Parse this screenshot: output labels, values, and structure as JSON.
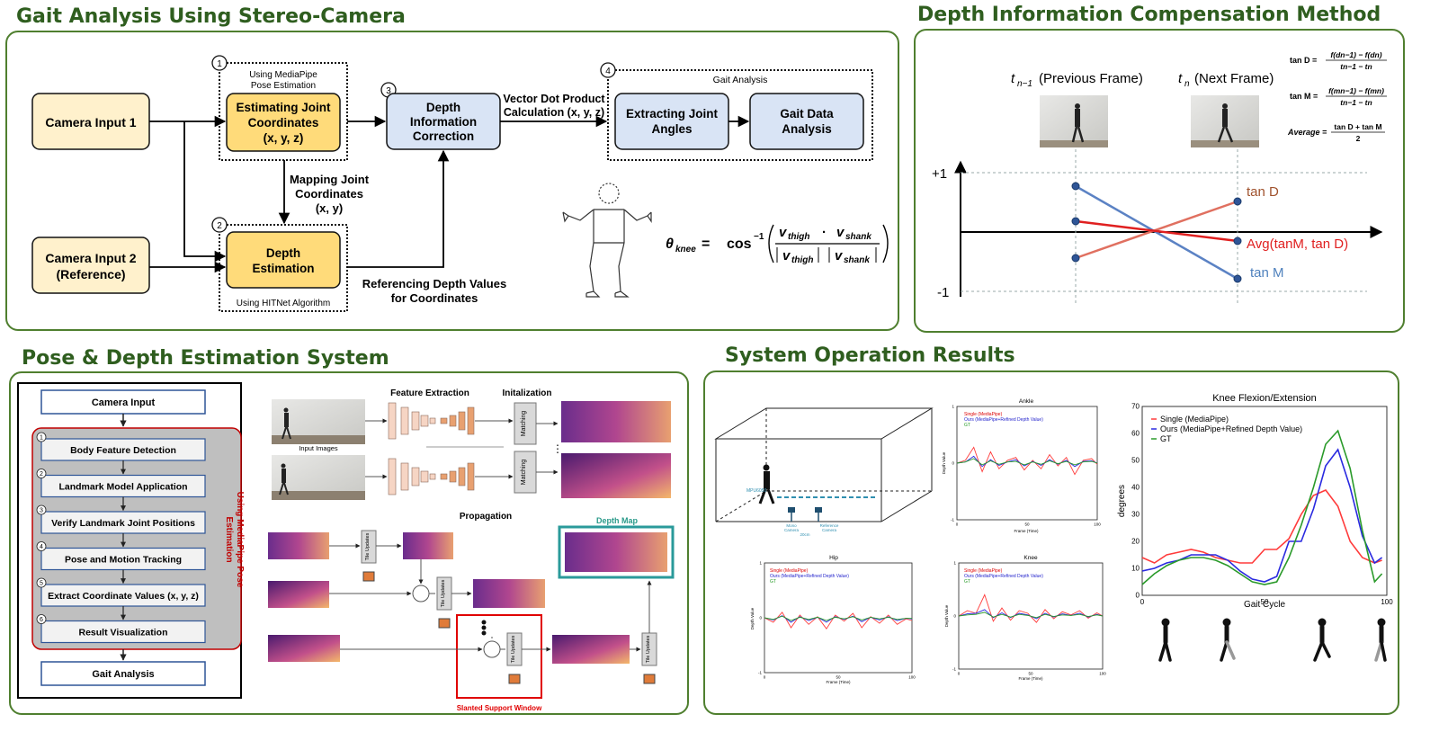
{
  "sections": {
    "gait": "Gait Analysis Using Stereo-Camera",
    "depth": "Depth Information Compensation Method",
    "pose": "Pose & Depth Estimation System",
    "results": "System Operation Results"
  },
  "gait_flow": {
    "cam1": "Camera Input 1",
    "cam2_l1": "Camera Input 2",
    "cam2_l2": "(Reference)",
    "step1": "1",
    "step2": "2",
    "step3": "3",
    "step4": "4",
    "mp_l1": "Using MediaPipe",
    "mp_l2": "Pose Estimation",
    "est_l1": "Estimating Joint",
    "est_l2": "Coordinates",
    "est_l3": "(x, y, z)",
    "map_l1": "Mapping Joint",
    "map_l2": "Coordinates",
    "map_l3": "(x, y)",
    "de_l1": "Depth",
    "de_l2": "Estimation",
    "hitnet": "Using HITNet Algorithm",
    "dic_l1": "Depth",
    "dic_l2": "Information",
    "dic_l3": "Correction",
    "vdp_l1": "Vector Dot Product",
    "vdp_l2": "Calculation (x, y, z)",
    "ref_l1": "Referencing Depth Values",
    "ref_l2": "for Coordinates",
    "ga": "Gait Analysis",
    "eja_l1": "Extracting Joint",
    "eja_l2": "Angles",
    "gda_l1": "Gait Data",
    "gda_l2": "Analysis",
    "theta": "θ",
    "theta_sub": "knee",
    "eq": "=",
    "cos": "cos",
    "cos_sup": "−1",
    "v_thigh": "v",
    "thigh_sub": "thigh",
    "dot": "·",
    "v_shank": "v",
    "shank_sub": "shank"
  },
  "depth_comp": {
    "prev_t": "t",
    "prev_sub": "n−1",
    "prev_label": "(Previous Frame)",
    "next_t": "t",
    "next_sub": "n",
    "next_label": "(Next Frame)",
    "plus1": "+1",
    "minus1": "-1",
    "tanD": "tan D",
    "avg": "Avg(tanM, tan D)",
    "tanM": "tan M",
    "f_tanD_lhs": "tan D =",
    "f_tanD_num": "f(dn−1) − f(dn)",
    "f_tanD_den": "tn−1 − tn",
    "f_tanM_lhs": "tan M =",
    "f_tanM_num": "f(mn−1) − f(mn)",
    "f_tanM_den": "tn−1 − tn",
    "f_avg_lhs": "Average =",
    "f_avg_num": "tan D + tan M",
    "f_avg_den": "2",
    "colors": {
      "tanD": "#c0504d",
      "tanM": "#4f81bd",
      "avg": "#e02020"
    }
  },
  "pose_system": {
    "camera_input": "Camera Input",
    "steps": [
      {
        "num": "1",
        "label": "Body Feature Detection"
      },
      {
        "num": "2",
        "label": "Landmark Model Application"
      },
      {
        "num": "3",
        "label": "Verify Landmark Joint Positions"
      },
      {
        "num": "4",
        "label": "Pose and Motion Tracking"
      },
      {
        "num": "5",
        "label": "Extract Coordinate Values (x, y, z)"
      },
      {
        "num": "6",
        "label": "Result Visualization"
      }
    ],
    "side_l1": "Using MediaPipe Pose",
    "side_l2": "Estimation",
    "gait_analysis": "Gait Analysis",
    "feature_extraction": "Feature Extraction",
    "initialization": "Initalization",
    "input_images": "Input Images",
    "matching": "Matching",
    "propagation": "Propagation",
    "depth_map": "Depth Map",
    "tile_updates": "Tile Updates",
    "slanted": "Slanted Support Window",
    "ellipsis": "⋮"
  },
  "results": {
    "scene": {
      "camera1": "Camera",
      "mono": "Mono",
      "ref": "Reference",
      "dist": "20cm",
      "mpu": "MPU6050"
    },
    "small_legend": [
      "Single (MediaPipe)",
      "Ours (MediaPipe+Refined Depth Value)",
      "GT"
    ],
    "ankle": {
      "title": "Ankle",
      "xlabel": "Frame (Time)",
      "ylabel": "Depth Value"
    },
    "hip": {
      "title": "Hip",
      "xlabel": "Frame (Time)",
      "ylabel": "Depth Value"
    },
    "knee": {
      "title": "Knee",
      "xlabel": "Frame (Time)",
      "ylabel": "Depth Value"
    },
    "big": {
      "title": "Knee Flexion/Extension",
      "xlabel": "Gait Cycle",
      "ylabel": "degrees"
    }
  },
  "chart_data": [
    {
      "type": "line",
      "title": "Knee Flexion/Extension",
      "xlabel": "Gait Cycle",
      "ylabel": "degrees",
      "xlim": [
        0,
        100
      ],
      "ylim": [
        0,
        70
      ],
      "x": [
        0,
        5,
        10,
        15,
        20,
        25,
        30,
        35,
        40,
        45,
        50,
        55,
        60,
        65,
        70,
        75,
        80,
        85,
        90,
        95,
        98
      ],
      "series": [
        {
          "name": "Single (MediaPipe)",
          "color": "#ff3b3b",
          "values": [
            14,
            12,
            15,
            16,
            17,
            16,
            14,
            13,
            12,
            12,
            17,
            17,
            21,
            30,
            37,
            39,
            33,
            20,
            14,
            12,
            13
          ]
        },
        {
          "name": "Ours (MediaPipe+Refined Depth Value)",
          "color": "#2a2ae0",
          "values": [
            9,
            10,
            12,
            13,
            15,
            15,
            15,
            13,
            9,
            6,
            5,
            7,
            20,
            20,
            32,
            48,
            54,
            40,
            22,
            12,
            14
          ]
        },
        {
          "name": "GT",
          "color": "#2a9a2a",
          "values": [
            4,
            8,
            11,
            13,
            14,
            14,
            13,
            11,
            8,
            5,
            4,
            5,
            14,
            26,
            40,
            56,
            61,
            47,
            24,
            5,
            8
          ]
        }
      ]
    },
    {
      "type": "line",
      "title": "Ankle",
      "xlabel": "Frame (Time)",
      "ylabel": "Depth Value",
      "xlim": [
        0,
        100
      ],
      "ylim": [
        -1,
        1
      ],
      "x": [
        0,
        6,
        12,
        18,
        24,
        30,
        36,
        42,
        48,
        54,
        60,
        66,
        72,
        78,
        84,
        90,
        96,
        100
      ],
      "series": [
        {
          "name": "Single (MediaPipe)",
          "color": "#ff3b3b",
          "values": [
            0,
            0.05,
            0.28,
            -0.15,
            0.2,
            -0.1,
            0.05,
            0.1,
            -0.12,
            0.05,
            -0.1,
            0.15,
            -0.05,
            0.1,
            -0.2,
            0.05,
            0.08,
            -0.02
          ]
        },
        {
          "name": "Ours (MediaPipe+Refined Depth Value)",
          "color": "#2a2ae0",
          "values": [
            0,
            0.02,
            0.12,
            -0.06,
            0.06,
            -0.04,
            0.02,
            0.06,
            -0.05,
            0.03,
            -0.04,
            0.06,
            -0.02,
            0.05,
            -0.06,
            0.03,
            0.04,
            0
          ]
        },
        {
          "name": "GT",
          "color": "#2a9a2a",
          "values": [
            0,
            0.02,
            0.08,
            -0.03,
            0.04,
            -0.02,
            0.02,
            0.03,
            -0.03,
            0.02,
            -0.02,
            0.04,
            -0.01,
            0.03,
            -0.03,
            0.02,
            0.03,
            0
          ]
        }
      ]
    },
    {
      "type": "line",
      "title": "Hip",
      "xlabel": "Frame (Time)",
      "ylabel": "Depth Value",
      "xlim": [
        0,
        100
      ],
      "ylim": [
        -1,
        1
      ],
      "x": [
        0,
        6,
        12,
        18,
        24,
        30,
        36,
        42,
        48,
        54,
        60,
        66,
        72,
        78,
        84,
        90,
        96,
        100
      ],
      "series": [
        {
          "name": "Single (MediaPipe)",
          "color": "#ff3b3b",
          "values": [
            0,
            -0.08,
            0.1,
            -0.18,
            0.05,
            -0.12,
            0.02,
            -0.2,
            0.05,
            -0.06,
            0.08,
            -0.18,
            0.02,
            -0.1,
            0.05,
            -0.12,
            -0.02,
            -0.05
          ]
        },
        {
          "name": "Ours (MediaPipe+Refined Depth Value)",
          "color": "#2a2ae0",
          "values": [
            0,
            -0.04,
            0.04,
            -0.08,
            0.02,
            -0.05,
            0.01,
            -0.08,
            0.02,
            -0.03,
            0.03,
            -0.07,
            0.01,
            -0.04,
            0.02,
            -0.05,
            -0.01,
            -0.02
          ]
        },
        {
          "name": "GT",
          "color": "#2a9a2a",
          "values": [
            0,
            -0.03,
            0.03,
            -0.05,
            0.01,
            -0.03,
            0.01,
            -0.05,
            0.01,
            -0.02,
            0.02,
            -0.04,
            0.01,
            -0.02,
            0.01,
            -0.03,
            -0.01,
            -0.01
          ]
        }
      ]
    },
    {
      "type": "line",
      "title": "Knee",
      "xlabel": "Frame (Time)",
      "ylabel": "Depth Value",
      "xlim": [
        0,
        100
      ],
      "ylim": [
        -1,
        1
      ],
      "x": [
        0,
        6,
        12,
        18,
        24,
        30,
        36,
        42,
        48,
        54,
        60,
        66,
        72,
        78,
        84,
        90,
        96,
        100
      ],
      "series": [
        {
          "name": "Single (MediaPipe)",
          "color": "#ff3b3b",
          "values": [
            0,
            0.1,
            0.05,
            0.4,
            -0.1,
            0.15,
            -0.08,
            0.1,
            0.05,
            -0.12,
            0.12,
            -0.05,
            0.08,
            0.02,
            0.1,
            -0.04,
            0.06,
            0
          ]
        },
        {
          "name": "Ours (MediaPipe+Refined Depth Value)",
          "color": "#2a2ae0",
          "values": [
            0,
            0.04,
            0.05,
            0.12,
            -0.03,
            0.06,
            -0.03,
            0.05,
            0.02,
            -0.05,
            0.05,
            -0.02,
            0.04,
            0.01,
            0.05,
            -0.02,
            0.03,
            0
          ]
        },
        {
          "name": "GT",
          "color": "#2a9a2a",
          "values": [
            0,
            0.02,
            0.03,
            0.07,
            -0.02,
            0.03,
            -0.02,
            0.03,
            0.01,
            -0.03,
            0.03,
            -0.01,
            0.02,
            0.01,
            0.03,
            -0.01,
            0.02,
            0
          ]
        }
      ]
    }
  ]
}
